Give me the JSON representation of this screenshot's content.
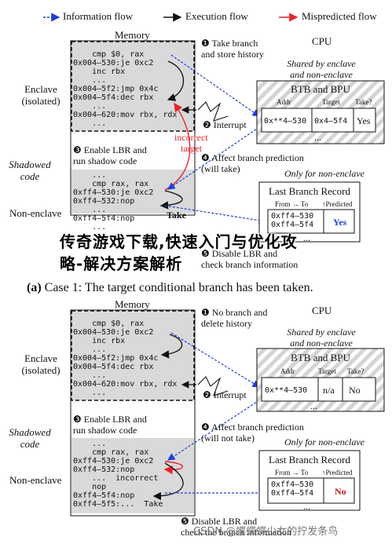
{
  "legend": {
    "info": "Information flow",
    "exec": "Execution flow",
    "mispred": "Mispredicted flow"
  },
  "panelA": {
    "memory": "Memory",
    "cpu": "CPU",
    "enclave_label": [
      "Enclave",
      "(isolated)"
    ],
    "shadowed_label": [
      "Shadowed",
      "code"
    ],
    "nonenclave_label": "Non-enclave",
    "code_top": [
      "    cmp $0, rax",
      "0x004–530:je 0xc2",
      "    inc rbx",
      "    ...",
      "0x004–5f2:jmp 0x4c",
      "0x004–5f4:dec rbx",
      "    ...",
      "0x004–620:mov rbx, rdx",
      "    ..."
    ],
    "code_bottom": [
      "    ...",
      "    cmp rax, rax",
      "0xff4–530:je 0xc2",
      "0xff4–532:nop",
      "    ...",
      "0xff4–5f4:nop",
      "    ..."
    ],
    "step1": "❶ Take branch\nand store history",
    "step2": "❷ Interrupt",
    "step3": "❸ Enable LBR and\nrun shadow code",
    "step4": "❹ Affect branch prediction\n(will take)",
    "step5": "❺ Disable LBR and\ncheck branch information",
    "incorrect": "incorrect",
    "target": "target",
    "take": "Take",
    "shared": "Shared by enclave\nand non-enclave",
    "btb_title": "BTB and BPU",
    "btb_headers": [
      "Addr",
      "Target",
      "Take?"
    ],
    "btb_row": [
      "0x**4–530",
      "0x4–5f4",
      "Yes"
    ],
    "btb_dots": "...",
    "only_non": "Only for non-enclave",
    "lbr_title": "Last Branch Record",
    "lbr_headers": [
      "From → To",
      "↑Predicted"
    ],
    "lbr_row": [
      "0xff4–530\n0xff4–5f4",
      "Yes"
    ],
    "lbr_dots": "...",
    "caption_prefix": "(a)",
    "caption": "Case 1: The target conditional branch has been taken."
  },
  "panelB": {
    "memory": "Memory",
    "cpu": "CPU",
    "enclave_label": [
      "Enclave",
      "(isolated)"
    ],
    "shadowed_label": [
      "Shadowed",
      "code"
    ],
    "nonenclave_label": "Non-enclave",
    "code_top": [
      "    cmp $0, rax",
      "0x004–530:je 0xc2",
      "    inc rbx",
      "    ...",
      "0x004–5f2:jmp 0x4c",
      "0x004–5f4:dec rbx",
      "    ...",
      "0x004–620:mov rbx, rdx",
      "    ..."
    ],
    "code_bottom": [
      "    ...",
      "    cmp rax, rax",
      "0xff4–530:je 0xc2",
      "0xff4–532:nop",
      "    ...  incorrect",
      "    nop",
      "0xff4–5f4:nop",
      "0xff4–5f5:...  Take"
    ],
    "step1": "❶ No branch and\ndelete history",
    "step2": "❷ Interrupt",
    "step3": "❸ Enable LBR and\nrun shadow code",
    "step4": "❹ Affect branch prediction\n(will not take)",
    "step5": "❺ Disable LBR and\ncheck the branch information",
    "shared": "Shared by enclave\nand non-enclave",
    "btb_title": "BTB and BPU",
    "btb_headers": [
      "Addr",
      "Target",
      "Take?"
    ],
    "btb_row": [
      "0x**4–530",
      "n/a",
      "No"
    ],
    "btb_dots": "...",
    "only_non": "Only for non-enclave",
    "lbr_title": "Last Branch Record",
    "lbr_headers": [
      "From → To",
      "↑Predicted"
    ],
    "lbr_row": [
      "0xff4–530\n0xff4–5f4",
      "No"
    ],
    "lbr_dots": "..."
  },
  "overlay_title": "传奇游戏下载,快速入门与优化攻\n略-解决方案解析",
  "watermark": "CSDN @蝶蝶蝶少女的拧发条鸟",
  "colors": {
    "info": "#1f3fd6",
    "mispred": "#e8232a",
    "yes": "#1f3fd6",
    "no": "#d0141b",
    "code_bg": "#d9d9d9"
  }
}
